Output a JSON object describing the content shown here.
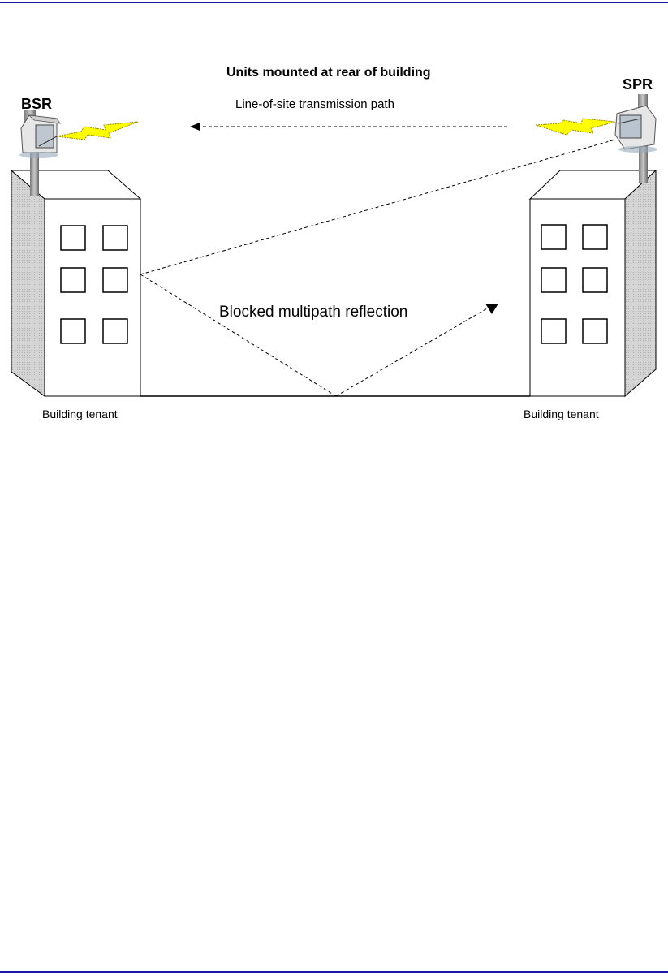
{
  "diagram": {
    "title": "Units mounted at rear of building",
    "left_unit": "BSR",
    "right_unit": "SPR",
    "los_label": "Line-of-site transmission path",
    "reflection_label": "Blocked multipath reflection",
    "left_building_label": "Building tenant",
    "right_building_label": "Building tenant",
    "icons": [
      "radio-unit-icon",
      "lightning-bolt-icon",
      "building-icon",
      "window-icon",
      "arrowhead-icon"
    ],
    "colors": {
      "rule": "#1a1aa6",
      "bolt": "#ffff00",
      "building_shadow": "#c8c8c8"
    }
  }
}
